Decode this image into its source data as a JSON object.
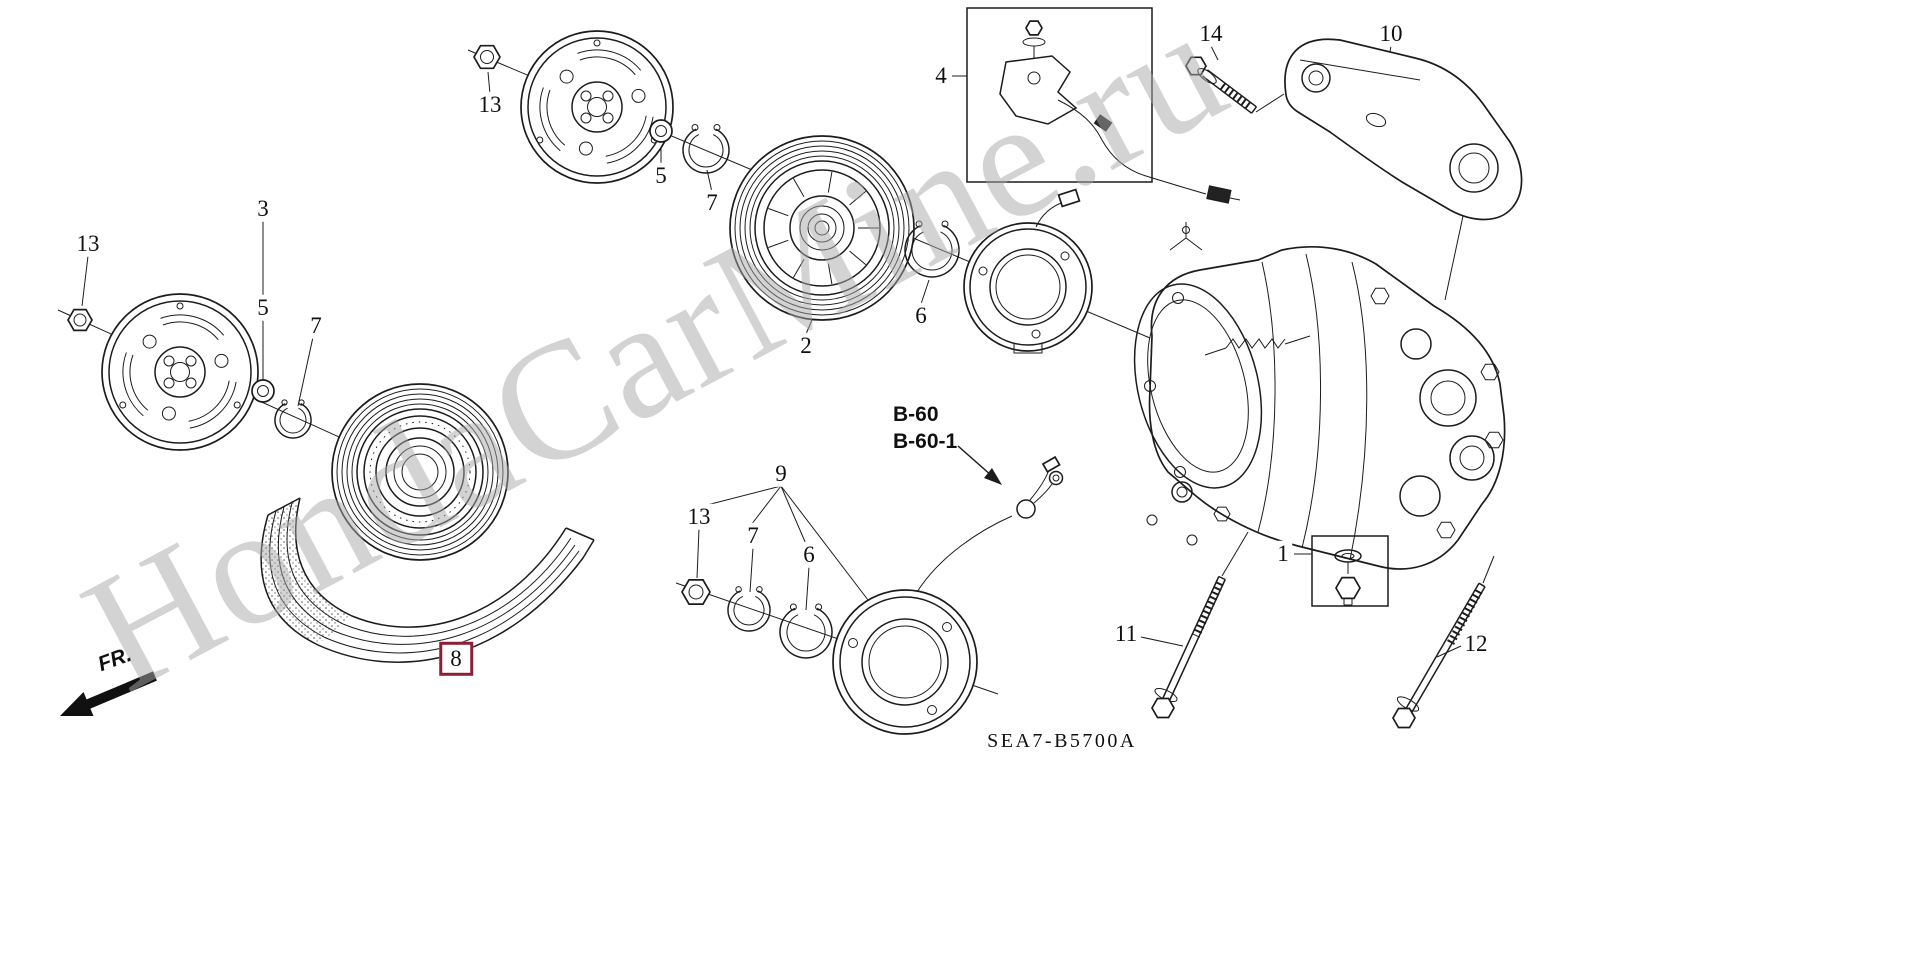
{
  "diagram": {
    "code": "SEA7-B5700A",
    "watermark": "HondaCarMine.ru",
    "direction_label": "FR.",
    "highlighted_part": "8",
    "highlight_color": "#8b1f35",
    "line_color": "#1c1c1c",
    "background_color": "#ffffff"
  },
  "references": {
    "primary": "B-60",
    "secondary": "B-60-1"
  },
  "part_labels": [
    {
      "text": "13"
    },
    {
      "text": "3"
    },
    {
      "text": "5"
    },
    {
      "text": "7"
    },
    {
      "text": "13"
    },
    {
      "text": "5"
    },
    {
      "text": "7"
    },
    {
      "text": "2"
    },
    {
      "text": "6"
    },
    {
      "text": "4"
    },
    {
      "text": "14"
    },
    {
      "text": "10"
    },
    {
      "text": "9"
    },
    {
      "text": "13"
    },
    {
      "text": "7"
    },
    {
      "text": "6"
    },
    {
      "text": "8"
    },
    {
      "text": "1"
    },
    {
      "text": "11"
    },
    {
      "text": "12"
    }
  ]
}
